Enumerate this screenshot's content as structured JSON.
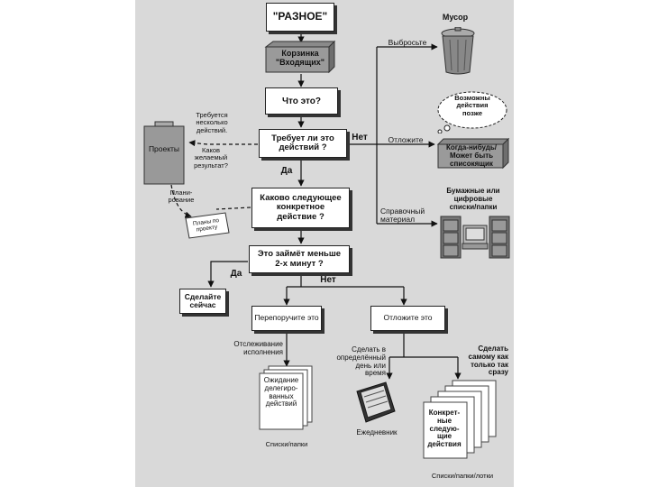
{
  "nodes": {
    "stuff": "\"РАЗНОЕ\"",
    "inbox": "Корзинка \"Входящих\"",
    "what_is_it": "Что это?",
    "actionable": "Требует ли это действий ?",
    "next_action": "Каково следующее конкретное действие ?",
    "two_minutes": "Это займёт меньше 2-х минут ?",
    "do_it": "Сделайте сейчас",
    "delegate": "Перепоручите это",
    "defer": "Отложите это",
    "waiting_for": "Ожидание делегиро-ванных действий",
    "next_actions": "Конкрет-ные следую-щие действия",
    "someday": "Когда-нибудь/ Может быть списокящик",
    "projects": "Проекты",
    "project_plans": "Планы по проекту"
  },
  "labels": {
    "trash": "Мусор",
    "throw_away": "Выбросьте",
    "maybe_later": "Возможны действия позже",
    "defer_it": "Отложите",
    "no": "Нет",
    "yes": "Да",
    "reference": "Справочный материал",
    "paper_digital": "Бумажные или цифровые списки/папки",
    "multi_step": "Требуется несколько действий.",
    "desired_outcome": "Каков желаемый результат?",
    "planning": "Плани-рование",
    "yes2": "Да",
    "no2": "Нет",
    "track": "Отслеживание исполнения",
    "specific_day": "Сделать в определённый день или время",
    "asap": "Сделать самому как только так сразу",
    "calendar": "Ежедневник",
    "lists_folders": "Списки/папки",
    "lists_folders_trays": "Списки/папки/лотки"
  }
}
